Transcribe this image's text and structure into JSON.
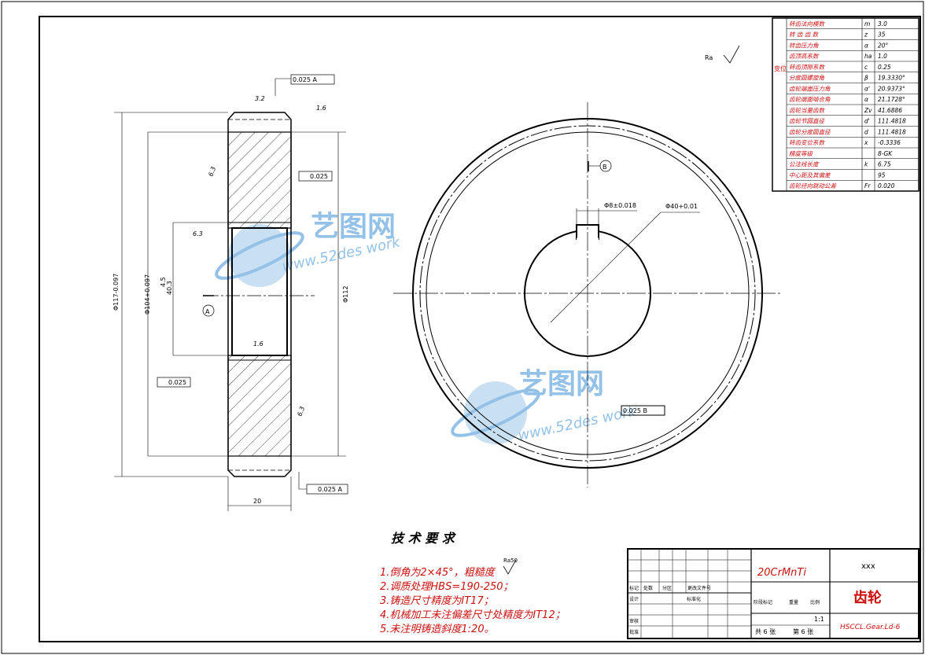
{
  "title_block": {
    "material": "20CrMnTi",
    "part_name": "齿轮",
    "top_right": "xxx",
    "drawing_no": "HSCCL.Gear.Ld-6",
    "sheet": "共 6 张",
    "sheet_of": "第 6 张",
    "scale": "1:1",
    "row_labels": [
      "标记",
      "处数",
      "分区",
      "更改文件号"
    ],
    "designer_label": "设计",
    "review_label": "审核",
    "approve_label": "批准",
    "std_label": "标准化",
    "stage_label": "阶段标记",
    "weight_label": "重量",
    "scale_label": "比例"
  },
  "tech_req": {
    "title": "技 术 要 求",
    "items": [
      "1.倒角为2×45°，粗糙度",
      "2.调质处理HBS=190-250；",
      "3.铸造尺寸精度为IT17；",
      "4.机械加工未注偏差尺寸处精度为IT12；",
      "5.未注明铸造斜度1:20。"
    ],
    "ra": "Ra50"
  },
  "param_table": {
    "rows": [
      {
        "name": "转齿法向模数",
        "sym": "m",
        "val": "3.0"
      },
      {
        "name": "转 齿 齿 数",
        "sym": "z",
        "val": "35"
      },
      {
        "name": "转齿压力角",
        "sym": "α",
        "val": "20°"
      },
      {
        "name": "齿顶高系数",
        "sym": "ha",
        "val": "1.0"
      },
      {
        "name": "转齿顶隙系数",
        "sym": "c",
        "val": "0.25"
      },
      {
        "name": "分度圆螺旋角",
        "sym": "β",
        "val": "19.3330°"
      },
      {
        "name": "齿轮端面压力角",
        "sym": "α'",
        "val": "20.9373°"
      },
      {
        "name": "齿轮端面啮合角",
        "sym": "α",
        "val": "21.1728°"
      },
      {
        "name": "齿轮当量齿数",
        "sym": "Zv",
        "val": "41.6886"
      },
      {
        "name": "齿轮节圆直径",
        "sym": "d'",
        "val": "111.4818"
      },
      {
        "name": "齿轮分度圆直径",
        "sym": "d",
        "val": "111.4818"
      },
      {
        "name": "转齿变位系数",
        "sym": "x",
        "val": "-0.3336"
      },
      {
        "name": "精度等级",
        "sym": "",
        "val": "8-GK"
      },
      {
        "name": "公法线长度",
        "sym": "k",
        "val": "6.75"
      },
      {
        "name": "中心距及其偏差",
        "sym": "",
        "val": "95"
      },
      {
        "name": "齿轮径向跳动公差",
        "sym": "Fr",
        "val": "0.020"
      }
    ],
    "side_label": "变位"
  },
  "dims": {
    "width": "20",
    "d_outer": "Φ112",
    "d_outer_tol": "Φ117-0.097",
    "d_bore_tol": "Φ104+0.097",
    "keyway": "Φ8±0.018",
    "bore": "Φ40+0.01",
    "hub": "4.5",
    "hub2": "40.3",
    "rough1": "3.2",
    "rough2": "1.6",
    "rough3": "6.3",
    "rough4": "6.3",
    "rough5": "1.6",
    "rough6": "6.3",
    "ra_corner": "Ra",
    "tol_top": "0.025 A",
    "tol_flat1": "0.025",
    "tol_flat2": "0.025",
    "tol_bottom": "0.025 A",
    "datum_a": "A",
    "datum_b": "B",
    "tol_radial": "0.025 B"
  },
  "watermark": {
    "cn": "艺图网",
    "url": "www.52des work"
  }
}
